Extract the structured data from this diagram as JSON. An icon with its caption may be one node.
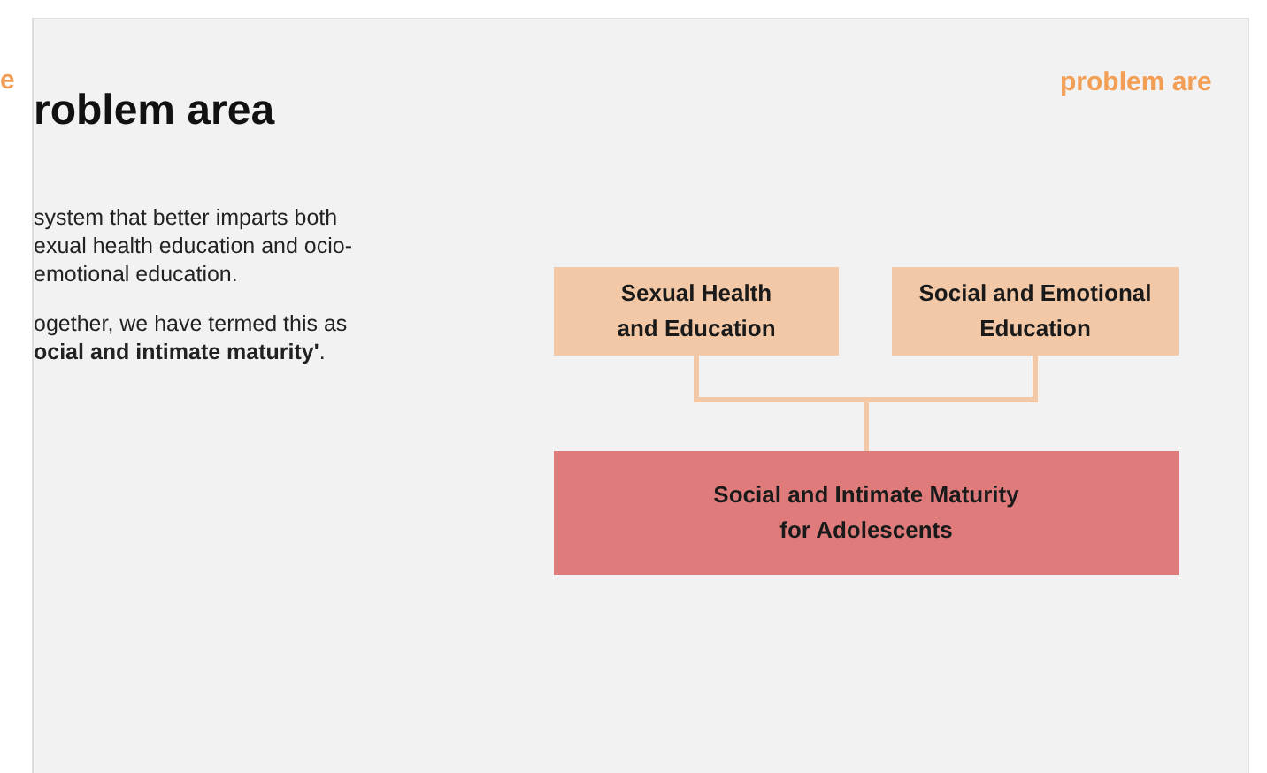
{
  "diagram": {
    "title": "roblem area",
    "nodes": [
      {
        "text": [
          "Sexual Health and Education"
        ]
      },
      {
        "text": [
          "Social and Emotional Education"
        ]
      },
      {
        "text": [
          "Social and Intimate Maturity for Adolescents"
        ]
      }
    ],
    "edges": [
      {
        "from": 0,
        "to": 2,
        "arrow": "none"
      },
      {
        "from": 1,
        "to": 2,
        "arrow": "none"
      }
    ],
    "labels": [
      "e",
      "problem are",
      "system that better imparts both exual health education and ocio-emotional education.",
      "ogether, we have termed this as **ocial and intimate maturity'**."
    ]
  }
}
